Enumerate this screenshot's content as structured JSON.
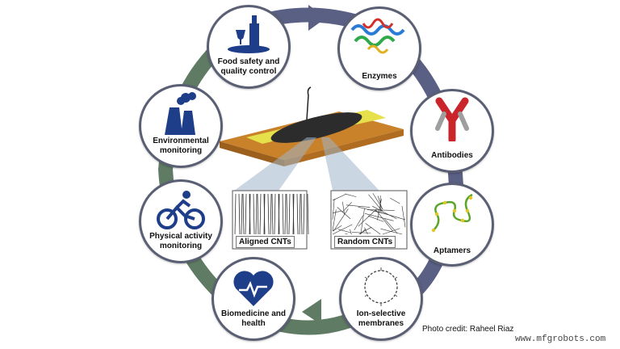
{
  "nodes": [
    {
      "id": "food",
      "label": "Food safety and quality control",
      "icon": "wine-bottle-glass-icon"
    },
    {
      "id": "enzymes",
      "label": "Enzymes",
      "icon": "enzyme-protein-icon"
    },
    {
      "id": "antibodies",
      "label": "Antibodies",
      "icon": "antibody-icon"
    },
    {
      "id": "aptamers",
      "label": "Aptamers",
      "icon": "aptamer-strand-icon"
    },
    {
      "id": "ion",
      "label": "Ion-selective membranes",
      "icon": "ionophore-ring-icon"
    },
    {
      "id": "bio",
      "label": "Biomedicine and health",
      "icon": "heart-pulse-icon"
    },
    {
      "id": "physical",
      "label": "Physical activity monitoring",
      "icon": "cyclist-icon"
    },
    {
      "id": "env",
      "label": "Environmental monitoring",
      "icon": "factory-smoke-icon"
    }
  ],
  "center": {
    "aligned_label": "Aligned CNTs",
    "random_label": "Random CNTs"
  },
  "credit": "Photo credit: Raheel Riaz",
  "watermark": "www.mfgrobots.com",
  "colors": {
    "ring_purple": "#5a5f84",
    "ring_green": "#5f7b63",
    "icon_blue": "#1f3e8a",
    "substrate": "#c9822a",
    "electrode": "#e6e04a"
  }
}
